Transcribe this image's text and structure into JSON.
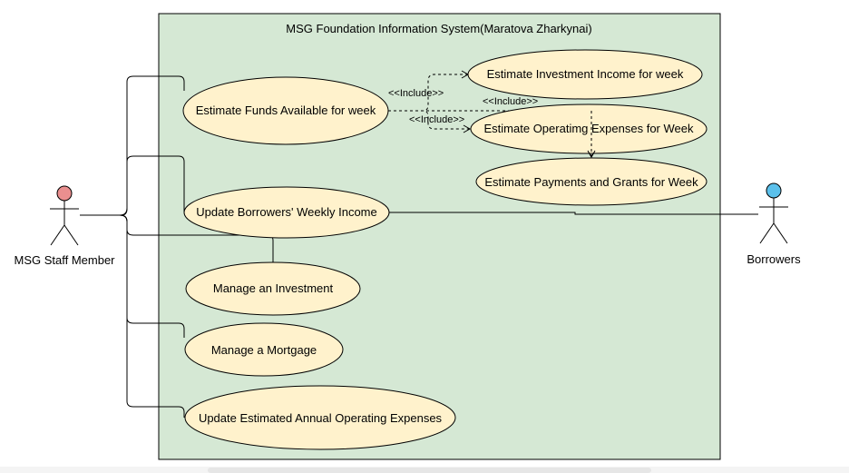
{
  "system": {
    "title": "MSG Foundation Information System(Maratova Zharkynai)",
    "fill": "#d5e8d4"
  },
  "actors": {
    "staff": {
      "label": "MSG Staff Member",
      "head_color": "#ea8f8f"
    },
    "borrowers": {
      "label": "Borrowers",
      "head_color": "#5bc0eb"
    }
  },
  "usecases": {
    "estimate_funds": "Estimate Funds Available for  week",
    "estimate_investment_income": "Estimate Investment Income for week",
    "estimate_operating_expenses": "Estimate Operatimg Expenses for Week",
    "estimate_payments_grants": "Estimate Payments and Grants for Week",
    "update_borrowers_income": "Update Borrowers' Weekly Income",
    "manage_investment": "Manage an Investment",
    "manage_mortgage": "Manage a Mortgage",
    "update_annual_expenses": "Update Estimated Annual Operating Expenses",
    "fill": "#fff2cc"
  },
  "relations": {
    "include_1": "<<Include>>",
    "include_2": "<<Include>>",
    "include_3": "<<Include>>"
  }
}
